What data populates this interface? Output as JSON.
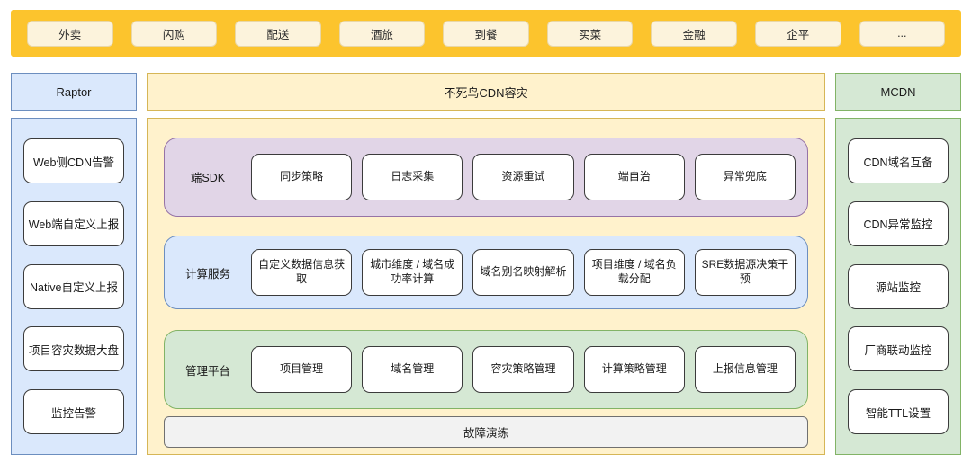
{
  "banner": {
    "items": [
      "外卖",
      "闪购",
      "配送",
      "酒旅",
      "到餐",
      "买菜",
      "金融",
      "企平",
      "..."
    ]
  },
  "columns": {
    "left": {
      "title": "Raptor",
      "items": [
        "Web侧CDN告警",
        "Web端自定义上报",
        "Native自定义上报",
        "项目容灾数据大盘",
        "监控告警"
      ]
    },
    "center": {
      "title": "不死鸟CDN容灾",
      "rows": [
        {
          "label": "端SDK",
          "items": [
            "同步策略",
            "日志采集",
            "资源重试",
            "端自治",
            "异常兜底"
          ]
        },
        {
          "label": "计算服务",
          "items": [
            "自定义数据信息获取",
            "城市维度 / 域名成功率计算",
            "域名别名映射解析",
            "项目维度 / 域名负载分配",
            "SRE数据源决策干预"
          ]
        },
        {
          "label": "管理平台",
          "items": [
            "项目管理",
            "域名管理",
            "容灾策略管理",
            "计算策略管理",
            "上报信息管理"
          ]
        }
      ],
      "footer": "故障演练"
    },
    "right": {
      "title": "MCDN",
      "items": [
        "CDN域名互备",
        "CDN异常监控",
        "源站监控",
        "厂商联动监控",
        "智能TTL设置"
      ]
    }
  },
  "colors": {
    "banner_bg": "#FCC42D",
    "banner_chip_bg": "#FCF3DC",
    "blue_fill": "#DAE8FC",
    "blue_border": "#6C8EBF",
    "yellow_fill": "#FFF2CC",
    "yellow_border": "#D6B656",
    "green_fill": "#D5E8D4",
    "green_border": "#82B366",
    "purple_fill": "#E1D5E7",
    "purple_border": "#9673A6",
    "gray_fill": "#F2F2F2",
    "gray_border": "#707070"
  }
}
